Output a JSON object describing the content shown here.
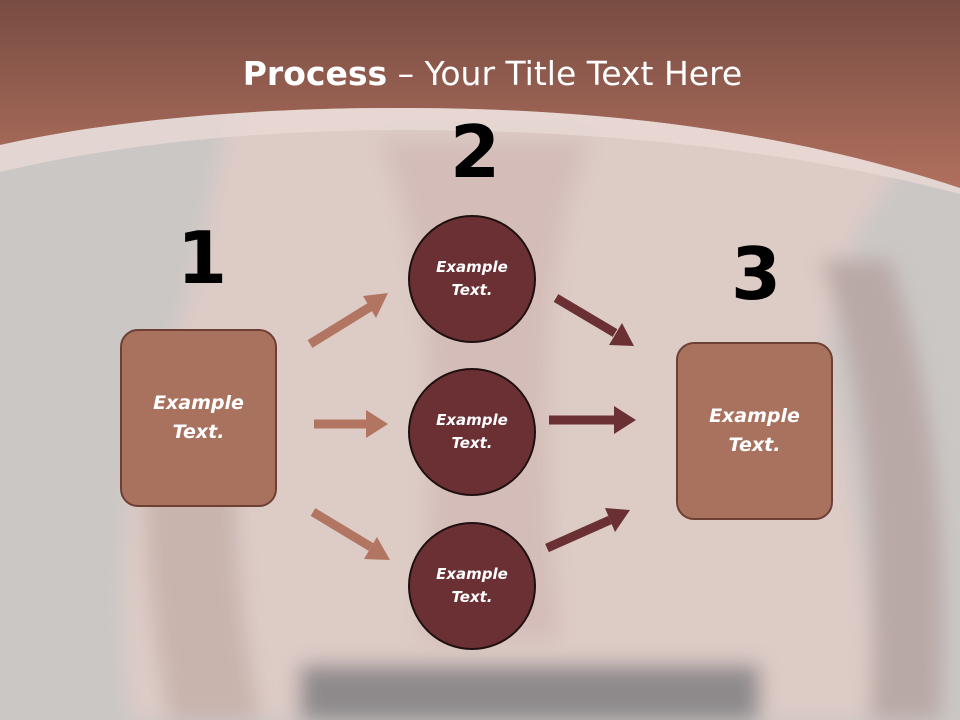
{
  "title": {
    "bold": "Process",
    "rest": " – Your Title Text Here"
  },
  "steps": [
    {
      "number": "1",
      "label": "Example\nText."
    },
    {
      "number": "2",
      "label": "Example\nText."
    },
    {
      "number": "3",
      "label": "Example\nText."
    }
  ],
  "middle_nodes": [
    {
      "label": "Example\nText."
    },
    {
      "label": "Example\nText."
    },
    {
      "label": "Example\nText."
    }
  ],
  "colors": {
    "banner": "#a86a58",
    "box_fill": "#a9725f",
    "circle_fill": "#6b3034",
    "arrow_light": "#b27562",
    "arrow_dark": "#6b3034"
  }
}
